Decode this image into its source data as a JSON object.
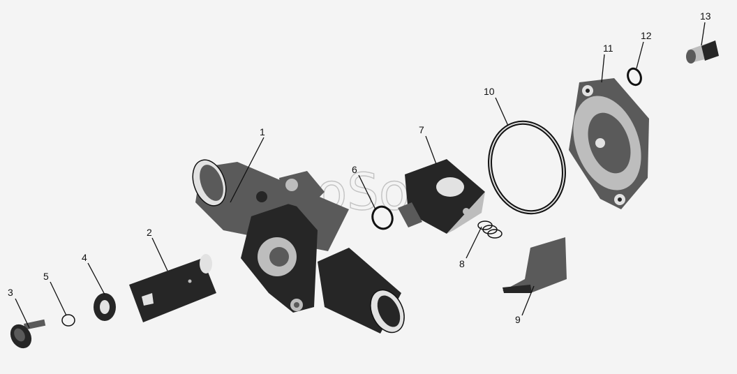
{
  "watermark": "AutoSoft",
  "callouts": {
    "p1": "1",
    "p2": "2",
    "p3": "3",
    "p4": "4",
    "p5": "5",
    "p6": "6",
    "p7": "7",
    "p8": "8",
    "p9": "9",
    "p10": "10",
    "p11": "11",
    "p12": "12",
    "p13": "13"
  }
}
